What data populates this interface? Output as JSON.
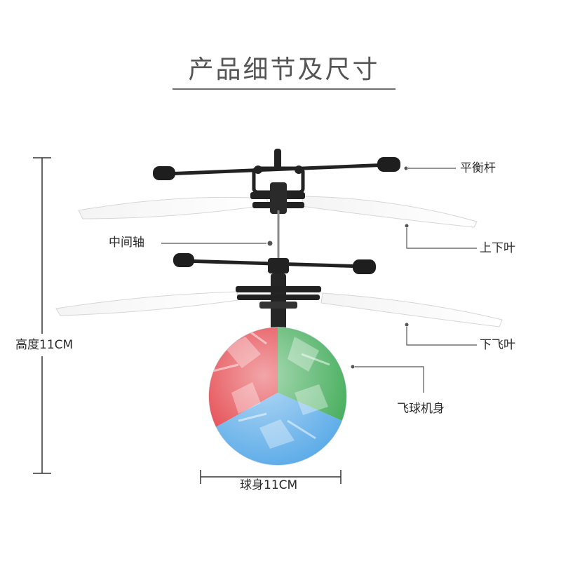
{
  "title": "产品细节及尺寸",
  "labels": {
    "balance_bar": "平衡杆",
    "middle_shaft": "中间轴",
    "upper_lower_blade": "上下叶",
    "lower_flying_blade": "下飞叶",
    "ball_body": "飞球机身",
    "height": "高度11CM",
    "ball_width": "球身11CM"
  },
  "colors": {
    "frame": "#222222",
    "ball_red": "#e0242a",
    "ball_green": "#2fa447",
    "ball_blue": "#4aa3e6",
    "dimension_line": "#333333"
  }
}
